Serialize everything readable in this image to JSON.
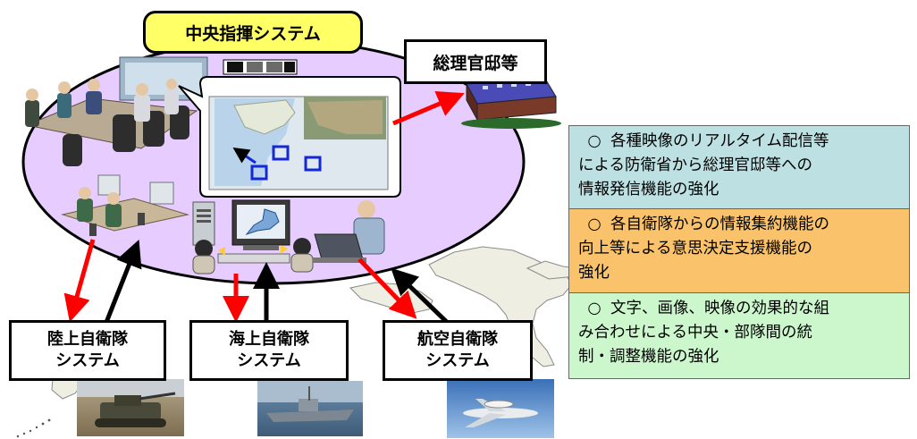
{
  "central_system": {
    "title": "中央指揮システム"
  },
  "pm_office": {
    "label": "総理官邸等"
  },
  "unit_systems": [
    {
      "line1": "陸上自衛隊",
      "line2": "システム"
    },
    {
      "line1": "海上自衛隊",
      "line2": "システム"
    },
    {
      "line1": "航空自衛隊",
      "line2": "システム"
    }
  ],
  "info_boxes": [
    {
      "mark": "○",
      "line1": "各種映像のリアルタイム配信等",
      "line2": "による防衛省から総理官邸等への",
      "line3": "情報発信機能の強化",
      "color": "#bde1e3"
    },
    {
      "mark": "○",
      "line1": "各自衛隊からの情報集約機能の",
      "line2": "向上等による意思決定支援機能の",
      "line3": "強化",
      "color": "#fac36b"
    },
    {
      "mark": "○",
      "line1": "文字、画像、映像の効果的な組",
      "line2": "み合わせによる中央・部隊間の統",
      "line3": "制・調整機能の強化",
      "color": "#ccf7cc"
    }
  ],
  "colors": {
    "ellipse_fill": "#e6ccff",
    "title_fill": "#ffff66",
    "arrow_up": "#000000",
    "arrow_down": "#ff0000"
  },
  "icons": [
    "meeting-room-icon",
    "operator-workstation-icon",
    "server-computer-icon",
    "japan-map-monitor-icon",
    "officer-laptop-icon",
    "map-display-icon",
    "pm-building-icon",
    "tank-photo-icon",
    "ship-photo-icon",
    "aircraft-photo-icon"
  ]
}
